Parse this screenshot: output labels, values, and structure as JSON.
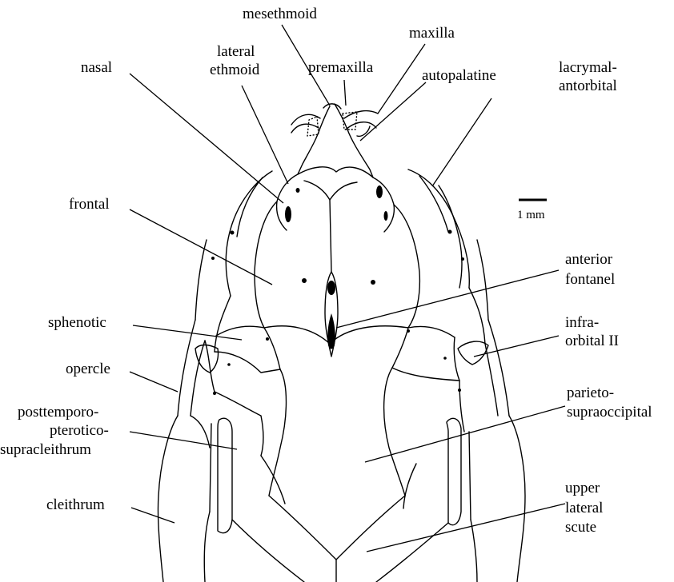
{
  "labels": {
    "mesethmoid": "mesethmoid",
    "maxilla": "maxilla",
    "lateral_ethmoid": [
      "lateral",
      "ethmoid"
    ],
    "nasal": "nasal",
    "premaxilla": "premaxilla",
    "autopalatine": "autopalatine",
    "lacrymal_antorbital": [
      "lacrymal-",
      "antorbital"
    ],
    "frontal": "frontal",
    "scale_bar": "1 mm",
    "anterior_fontanel": [
      "anterior",
      "fontanel"
    ],
    "sphenotic": "sphenotic",
    "infraorbital_ii": [
      "infra-",
      "orbital II"
    ],
    "opercle": "opercle",
    "parieto_supraoccipital": [
      "parieto-",
      "supraoccipital"
    ],
    "posttemporo": [
      "posttemporo-",
      "pterotico-",
      "supracleithrum"
    ],
    "cleithrum": "cleithrum",
    "upper_lateral_scute": [
      "upper",
      "lateral",
      "scute"
    ]
  }
}
